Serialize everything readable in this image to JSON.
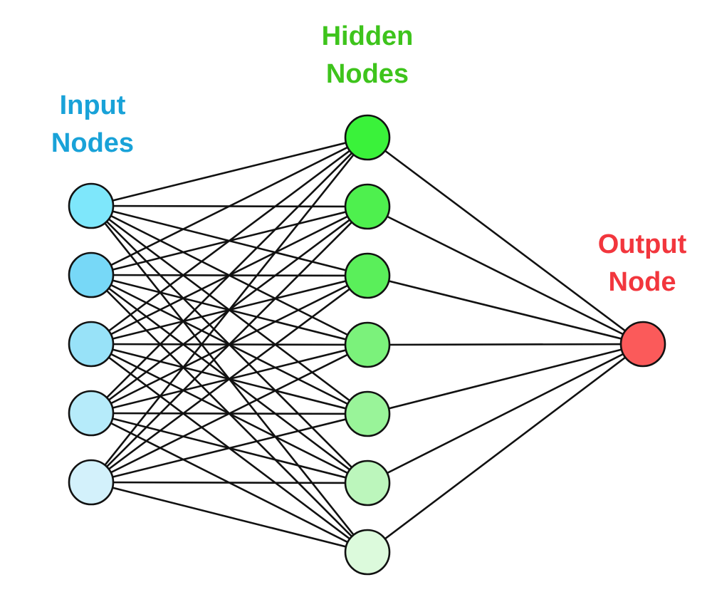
{
  "labels": {
    "input": {
      "line1": "Input",
      "line2": "Nodes"
    },
    "hidden": {
      "line1": "Hidden",
      "line2": "Nodes"
    },
    "output": {
      "line1": "Output",
      "line2": "Node"
    }
  },
  "colors": {
    "input_label": "#19a2d8",
    "hidden_label": "#3ec41c",
    "output_label": "#f2363d",
    "edge": "#111111",
    "input_nodes": [
      "#7ee7fb",
      "#77d8f7",
      "#98e2f8",
      "#b6ebfa",
      "#d3f1fb"
    ],
    "hidden_nodes": [
      "#3af23a",
      "#4ef04e",
      "#5aef5a",
      "#7bf27b",
      "#99f499",
      "#bcf6bc",
      "#dcfadc"
    ],
    "output_node": "#fb5a5a"
  },
  "layers": {
    "input_count": 5,
    "hidden_count": 7,
    "output_count": 1
  }
}
